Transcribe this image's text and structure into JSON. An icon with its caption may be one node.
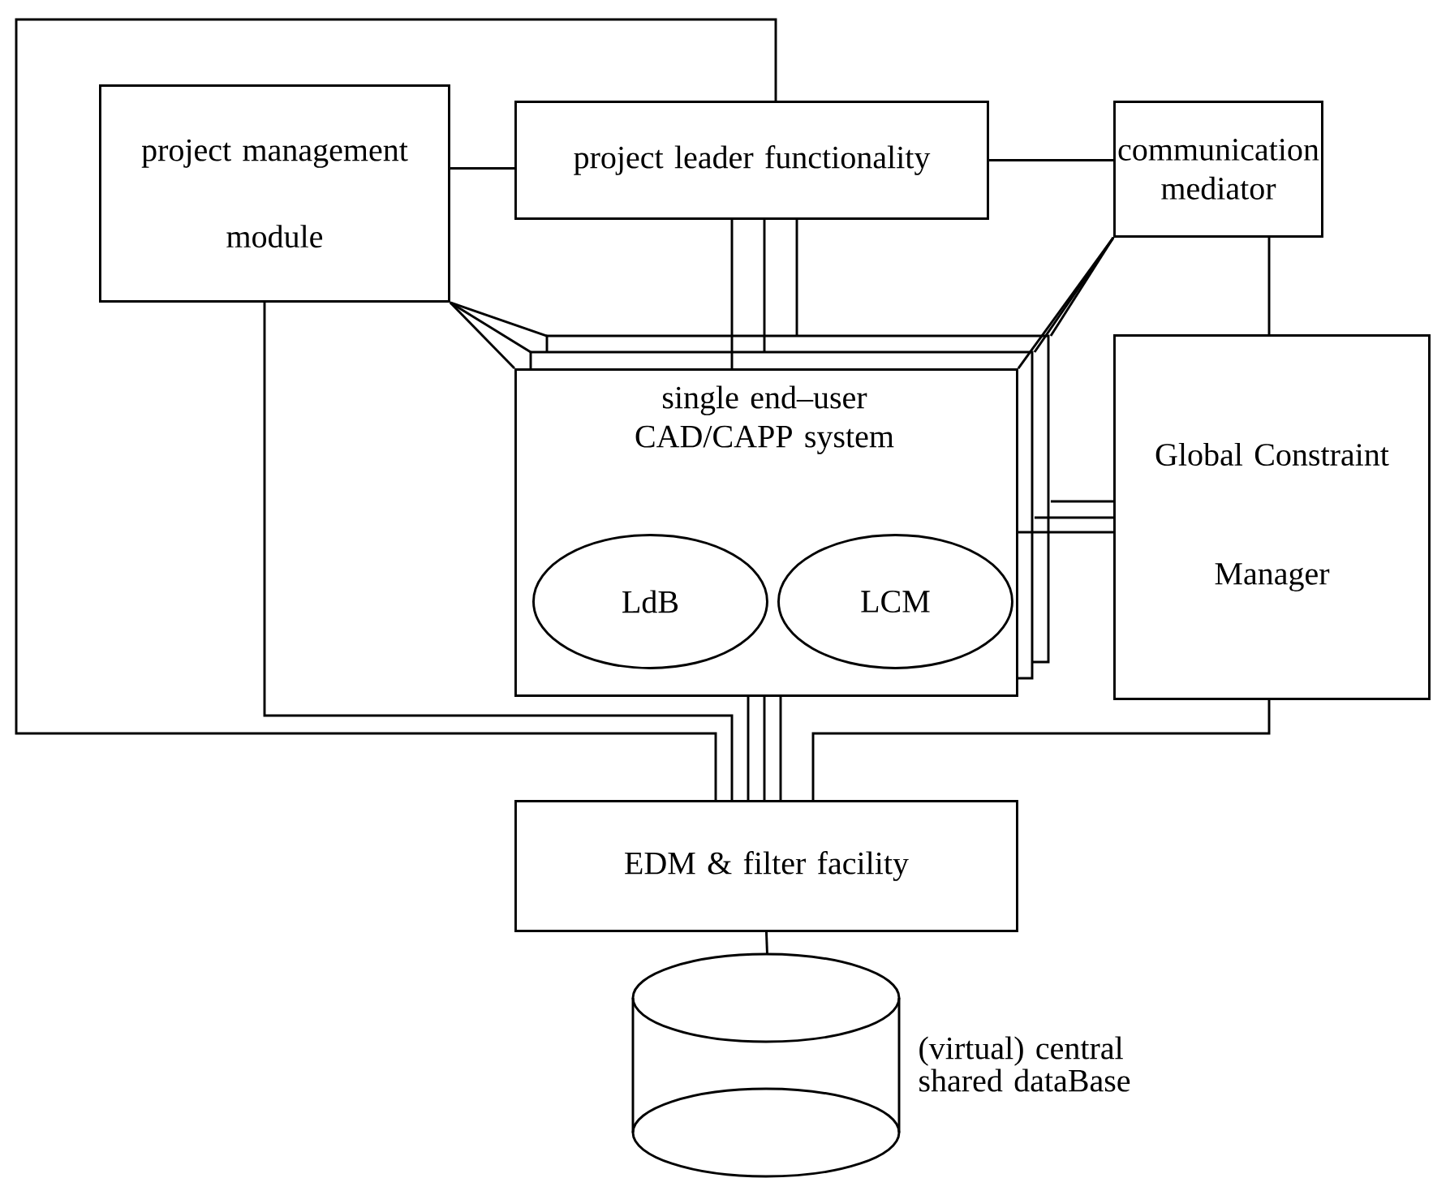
{
  "diagram": {
    "nodes": [
      {
        "text": [
          "project management module"
        ]
      },
      {
        "text": [
          "project leader functionality"
        ]
      },
      {
        "text": [
          "communication mediator"
        ]
      },
      {
        "text": [
          "single end–user CAD/CAPP system"
        ]
      },
      {
        "text": [
          "LdB"
        ],
        "in": 3
      },
      {
        "text": [
          "LCM"
        ],
        "in": 3
      },
      {
        "text": [
          "Global Constraint Manager"
        ]
      },
      {
        "text": [
          "EDM & filter facility"
        ]
      },
      {
        "text": [],
        "shape": "cylinder",
        "beside": [
          "(virtual) central shared dataBase"
        ]
      }
    ],
    "edges": [
      {
        "from": 0,
        "to": 1,
        "arrow": "none"
      },
      {
        "from": 1,
        "to": 2,
        "arrow": "none"
      },
      {
        "from": 2,
        "to": 6,
        "arrow": "none"
      },
      {
        "from": 0,
        "to": 3,
        "arrow": "none"
      },
      {
        "from": 0,
        "to": 3,
        "arrow": "none"
      },
      {
        "from": 0,
        "to": 3,
        "arrow": "none"
      },
      {
        "from": 1,
        "to": 3,
        "arrow": "none"
      },
      {
        "from": 1,
        "to": 3,
        "arrow": "none"
      },
      {
        "from": 1,
        "to": 3,
        "arrow": "none"
      },
      {
        "from": 2,
        "to": 3,
        "arrow": "none"
      },
      {
        "from": 2,
        "to": 3,
        "arrow": "none"
      },
      {
        "from": 2,
        "to": 3,
        "arrow": "none"
      },
      {
        "from": 3,
        "to": 6,
        "arrow": "none"
      },
      {
        "from": 3,
        "to": 6,
        "arrow": "none"
      },
      {
        "from": 3,
        "to": 6,
        "arrow": "none"
      },
      {
        "from": 3,
        "to": 7,
        "arrow": "none"
      },
      {
        "from": 3,
        "to": 7,
        "arrow": "none"
      },
      {
        "from": 3,
        "to": 7,
        "arrow": "none"
      },
      {
        "from": 0,
        "to": 7,
        "arrow": "none"
      },
      {
        "from": 1,
        "to": 7,
        "arrow": "none"
      },
      {
        "from": 6,
        "to": 7,
        "arrow": "none"
      },
      {
        "from": 7,
        "to": 8,
        "arrow": "none"
      }
    ]
  }
}
